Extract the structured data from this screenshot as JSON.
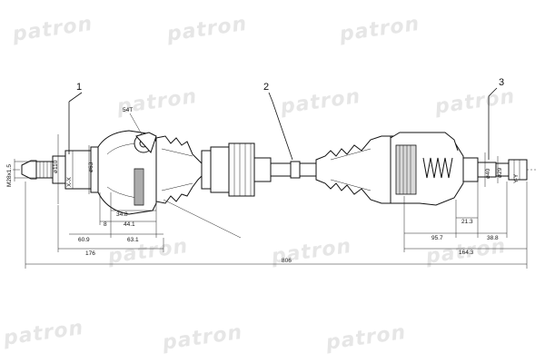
{
  "watermark": {
    "text": "patron"
  },
  "callouts": {
    "c1": "1",
    "c2": "2",
    "c3": "3"
  },
  "left": {
    "thread": "M28x1.5",
    "d110": "ø110",
    "d63": "ø63",
    "teeth": "54T",
    "xx": "X-X",
    "d348": "34.8",
    "d8": "8",
    "d441": "44.1",
    "d609": "60.9",
    "d631": "63.1",
    "d176": "176"
  },
  "overall": {
    "length": "806"
  },
  "right": {
    "d40": "ø40",
    "d29": "ø29",
    "yy": "Y-Y",
    "d213": "21.3",
    "d957": "95.7",
    "d388": "38.8",
    "d1643": "164.3"
  }
}
